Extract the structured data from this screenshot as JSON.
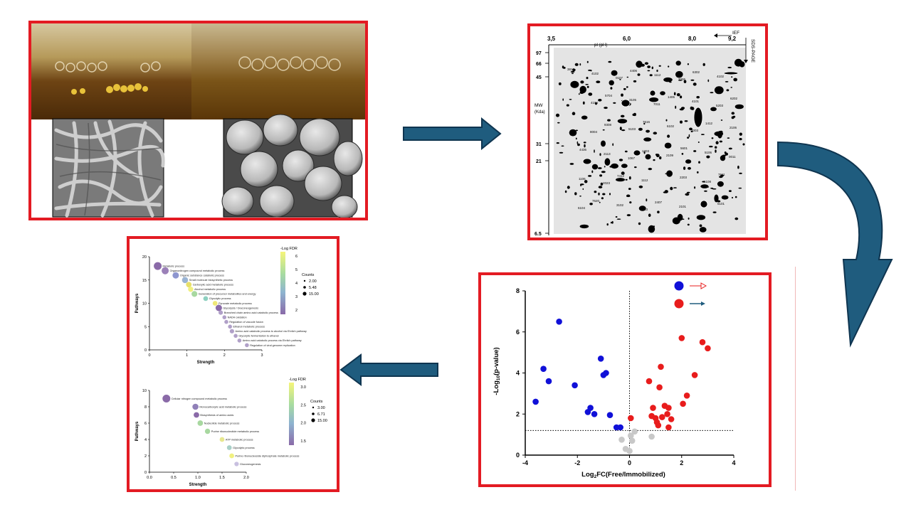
{
  "colors": {
    "frame": "#e31b23",
    "arrow": "#1f5c7e",
    "arrow_stroke": "#0f3550",
    "up": "#e81c1c",
    "down": "#1010d8",
    "ns": "#c8c8c8"
  },
  "photo_panel": {
    "description_icons": [
      "flask-free-culture",
      "flask-immobilized-culture",
      "sem-hyphae",
      "sem-yeast-cells"
    ]
  },
  "gel_panel": {
    "ph_label": "pI (pH)",
    "ph_ticks": [
      "3,5",
      "6,0",
      "8,0",
      "9,2"
    ],
    "ief": "IEF",
    "sds": "SDS-PAGE",
    "mw_label": "MW",
    "mw_unit": "(Kda)",
    "mw_ticks": [
      "97",
      "66",
      "45",
      "31",
      "21",
      "6.5"
    ],
    "spot_labels": [
      "3810",
      "5704",
      "7616",
      "5601",
      "7611",
      "7620",
      "4406",
      "1406",
      "1412",
      "4436",
      "7412",
      "2407",
      "6302",
      "6202",
      "9308",
      "1203",
      "2203",
      "5101",
      "4102",
      "3105",
      "6102",
      "5106",
      "1106",
      "3102",
      "1112",
      "4101",
      "2106",
      "2113",
      "1112",
      "2101",
      "4102",
      "4104",
      "5103",
      "2109",
      "6108",
      "6104",
      "0107",
      "7011",
      "7003",
      "0011",
      "2023",
      "1023",
      "2006",
      "5203",
      "8004",
      "1067"
    ]
  },
  "volcano": {
    "xlabel_prefix": "Log",
    "xlabel_sub": "2",
    "xlabel_suffix": "FC(Free/Immobilized)",
    "ylabel_prefix": "-Log",
    "ylabel_sub": "10",
    "ylabel_suffix": "(p-value)"
  },
  "chart_data": [
    {
      "type": "scatter",
      "title": "",
      "xlabel": "Log2FC(Free/Immobilized)",
      "ylabel": "-Log10(p-value)",
      "xlim": [
        -4,
        4
      ],
      "ylim": [
        0,
        8
      ],
      "xticks": [
        -4,
        -2,
        0,
        2,
        4
      ],
      "yticks": [
        0,
        2,
        4,
        6,
        8
      ],
      "threshold_y": 1.2,
      "threshold_x": 0,
      "series": [
        {
          "color": "#1010d8",
          "points": [
            [
              -2.7,
              6.5
            ],
            [
              -3.3,
              4.2
            ],
            [
              -3.6,
              2.6
            ],
            [
              -3.1,
              3.6
            ],
            [
              -2.1,
              3.4
            ],
            [
              -1.1,
              4.7
            ],
            [
              -1.0,
              3.9
            ],
            [
              -0.9,
              4.0
            ],
            [
              -1.6,
              2.1
            ],
            [
              -1.5,
              2.3
            ],
            [
              -1.35,
              2.0
            ],
            [
              -0.75,
              1.95
            ],
            [
              -0.5,
              1.35
            ],
            [
              -0.35,
              1.35
            ]
          ]
        },
        {
          "color": "#e81c1c",
          "points": [
            [
              1.2,
              4.3
            ],
            [
              2.0,
              5.7
            ],
            [
              2.8,
              5.5
            ],
            [
              3.0,
              5.2
            ],
            [
              2.5,
              3.9
            ],
            [
              0.75,
              3.6
            ],
            [
              1.15,
              3.3
            ],
            [
              2.2,
              2.9
            ],
            [
              1.35,
              2.4
            ],
            [
              1.5,
              2.3
            ],
            [
              2.05,
              2.5
            ],
            [
              0.9,
              2.3
            ],
            [
              1.0,
              1.8
            ],
            [
              1.25,
              1.85
            ],
            [
              1.6,
              1.75
            ],
            [
              1.45,
              2.0
            ],
            [
              0.85,
              1.9
            ],
            [
              1.05,
              1.6
            ],
            [
              1.1,
              1.45
            ],
            [
              1.5,
              1.35
            ],
            [
              0.05,
              1.8
            ]
          ]
        },
        {
          "color": "#c8c8c8",
          "points": [
            [
              0.2,
              1.15
            ],
            [
              0.05,
              0.95
            ],
            [
              -0.3,
              0.75
            ],
            [
              -0.15,
              0.3
            ],
            [
              0.0,
              0.2
            ],
            [
              0.85,
              0.9
            ],
            [
              0.1,
              0.7
            ]
          ]
        }
      ]
    },
    {
      "type": "scatter",
      "title": "",
      "xlabel": "Strength",
      "ylabel": "Pathways",
      "xlim": [
        0,
        3
      ],
      "ylim": [
        0,
        20
      ],
      "xticks": [
        0,
        1,
        2,
        3
      ],
      "yticks": [
        0,
        5,
        10,
        15,
        20
      ],
      "legend_color_title": "-Log FDR",
      "legend_color_ticks": [
        "6",
        "5",
        "4",
        "3",
        "2"
      ],
      "legend_size_title": "Counts",
      "legend_size_ticks": [
        "2.00",
        "5.48",
        "15.00"
      ],
      "labels": [
        "Metabolic process",
        "Organonitrogen compound metabolic process",
        "Organic substance catabolic process",
        "Small molecule biosynthetic process",
        "Carboxylic acid metabolic process",
        "Alcohol metabolic process",
        "Generation of precursor metabolites and energy",
        "Glycolytic process",
        "Pyruvate metabolic process",
        "Glycolysis / Gluconeogenesis",
        "Branched chain amino acid catabolic process",
        "NADH oxidation",
        "Regulation of vacuole fusion",
        "Ethanol metabolic process",
        "Amino acid catabolic process to alcohol via Ehrlich pathway",
        "Glycolytic fermentation to ethanol",
        "Amino acid catabolic process via Ehrlich pathway",
        "Regulation of viral genome replication"
      ],
      "x": [
        0.22,
        0.42,
        0.7,
        0.95,
        1.05,
        1.1,
        1.2,
        1.5,
        1.75,
        1.85,
        1.9,
        2.0,
        2.05,
        2.15,
        2.2,
        2.3,
        2.4,
        2.6
      ],
      "y": [
        18,
        17,
        16,
        15,
        14,
        13,
        12,
        11,
        10,
        9,
        8,
        7,
        6,
        5,
        4,
        3,
        2,
        1
      ],
      "size": [
        15,
        12,
        9,
        8,
        6,
        5,
        7,
        4,
        4,
        9,
        3,
        2,
        2,
        2,
        3,
        2,
        2,
        2
      ],
      "color": [
        "#8a6aa8",
        "#9b80b8",
        "#8e96cf",
        "#9ab4d4",
        "#e8e06a",
        "#f0f080",
        "#a8d8a0",
        "#8ed0c0",
        "#f0e878",
        "#8a6aa8",
        "#b0a0c8",
        "#b0a0c8",
        "#b0a0c8",
        "#b0a0c8",
        "#b0a0c8",
        "#b0a0c8",
        "#b0a0c8",
        "#b0a0c8"
      ]
    },
    {
      "type": "scatter",
      "title": "",
      "xlabel": "Strength",
      "ylabel": "Pathways",
      "xlim": [
        0,
        2
      ],
      "ylim": [
        0,
        10
      ],
      "xticks": [
        "0.0",
        "0.5",
        "1.0",
        "1.5",
        "2.0"
      ],
      "yticks": [
        0,
        2,
        4,
        6,
        8,
        10
      ],
      "legend_color_title": "-Log FDR",
      "legend_color_ticks": [
        "3.0",
        "2.5",
        "2.0",
        "1.5"
      ],
      "legend_size_title": "Counts",
      "legend_size_ticks": [
        "3.00",
        "6.71",
        "15.00"
      ],
      "labels": [
        "Cellular nitrogen compound metabolic process",
        "Monocarboxylic acid metabolic process",
        "Biosynthesis of amino acids",
        "Nucleotide metabolic process",
        "Purine ribonucleotide metabolic process",
        "ATP metabolic process",
        "Glycolytic process",
        "Purine ribonucleoside diphosphate metabolic process",
        "Gluconeogenesis"
      ],
      "x": [
        0.35,
        0.95,
        0.97,
        1.05,
        1.2,
        1.5,
        1.65,
        1.7,
        1.8
      ],
      "y": [
        9,
        8,
        7,
        6,
        5,
        4,
        3,
        2,
        1
      ],
      "size": [
        15,
        8,
        6,
        6,
        5,
        4,
        4,
        4,
        3
      ],
      "color": [
        "#8a6aa8",
        "#9080b8",
        "#8a6aa8",
        "#a8d8a0",
        "#a8d8a0",
        "#e8e890",
        "#a8d0c8",
        "#f0f080",
        "#c8c0e0"
      ]
    }
  ]
}
